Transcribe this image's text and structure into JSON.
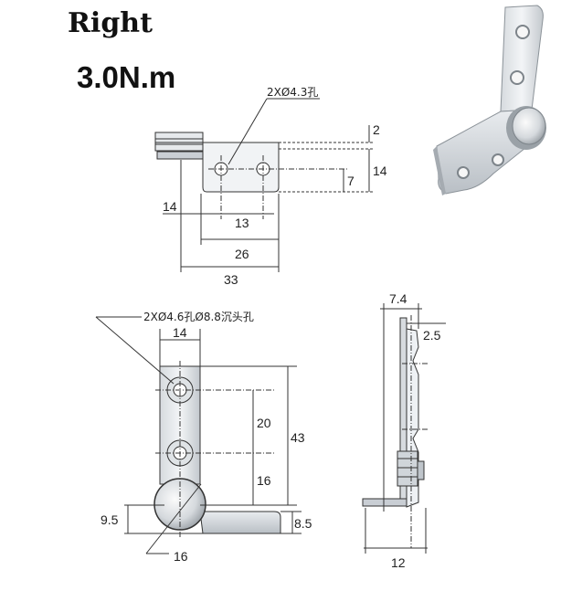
{
  "header": {
    "hand": "Right",
    "torque": "3.0N.m"
  },
  "top_view": {
    "hole_note": "2XØ4.3孔",
    "dims": {
      "thickness": "2",
      "height": "14",
      "hole_offset": "7",
      "left_offset": "14",
      "hole_spacing": "13",
      "plate_width": "26",
      "overall_width": "33"
    }
  },
  "front_view": {
    "hole_note": "2XØ4.6孔Ø8.8沉头孔",
    "dims": {
      "arm_width": "14",
      "hole_pitch": "20",
      "overall_height": "43",
      "hole_to_pivot": "16",
      "pivot_height": "9.5",
      "pivot_diameter": "16",
      "base_height": "8.5"
    }
  },
  "side_view": {
    "dims": {
      "overall_depth": "7.4",
      "plate_thickness": "2.5",
      "base_length": "12"
    }
  },
  "colors": {
    "line": "#333333",
    "steel_light": "#eef1f4",
    "steel_mid": "#c9ced4",
    "steel_dark": "#8c9399"
  }
}
